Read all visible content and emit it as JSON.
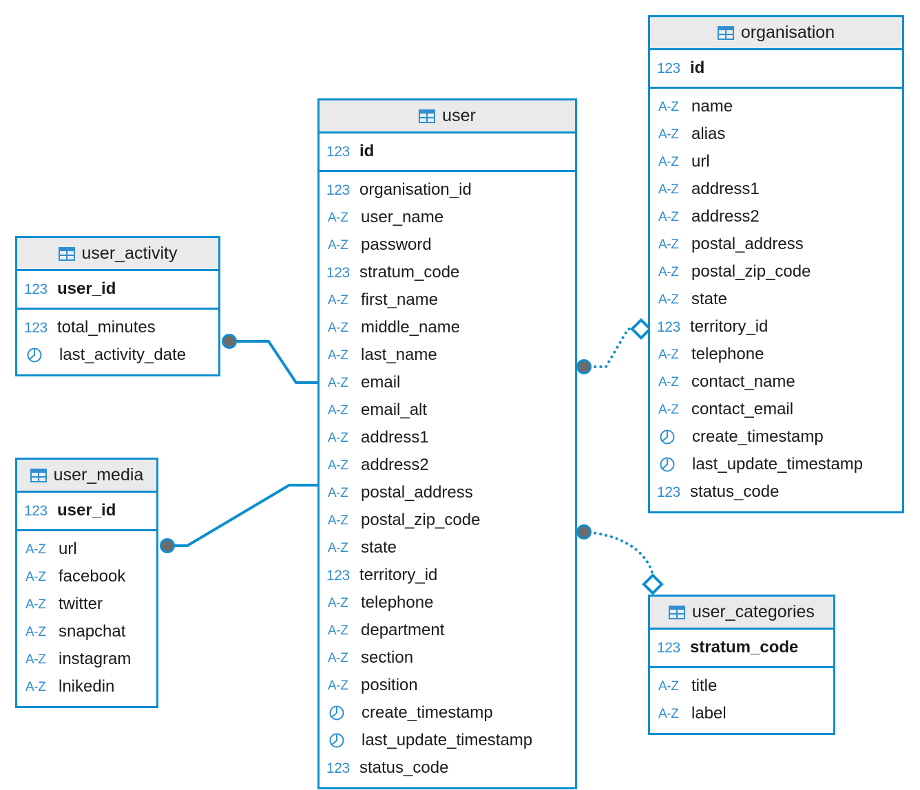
{
  "diagram": {
    "kind": "entity-relationship-diagram",
    "accent_color": "#0d8ecf",
    "header_fill": "#eaeaea",
    "text_color": "#1b1b1b",
    "endpoint_fill": "#6b6b6b",
    "type_icon_color": "#2f8fd0"
  },
  "icons": {
    "table": "table-icon",
    "number": "123",
    "text": "A-Z",
    "timestamp": "clock-icon"
  },
  "entities": {
    "user_activity": {
      "name": "user_activity",
      "primary_keys": [
        {
          "type": "123",
          "name": "user_id"
        }
      ],
      "columns": [
        {
          "type": "123",
          "name": "total_minutes"
        },
        {
          "type": "clock",
          "name": "last_activity_date"
        }
      ]
    },
    "user_media": {
      "name": "user_media",
      "primary_keys": [
        {
          "type": "123",
          "name": "user_id"
        }
      ],
      "columns": [
        {
          "type": "A-Z",
          "name": "url"
        },
        {
          "type": "A-Z",
          "name": "facebook"
        },
        {
          "type": "A-Z",
          "name": "twitter"
        },
        {
          "type": "A-Z",
          "name": "snapchat"
        },
        {
          "type": "A-Z",
          "name": "instagram"
        },
        {
          "type": "A-Z",
          "name": "lnikedin"
        }
      ]
    },
    "user": {
      "name": "user",
      "primary_keys": [
        {
          "type": "123",
          "name": "id"
        }
      ],
      "columns": [
        {
          "type": "123",
          "name": "organisation_id"
        },
        {
          "type": "A-Z",
          "name": "user_name"
        },
        {
          "type": "A-Z",
          "name": "password"
        },
        {
          "type": "123",
          "name": "stratum_code"
        },
        {
          "type": "A-Z",
          "name": "first_name"
        },
        {
          "type": "A-Z",
          "name": "middle_name"
        },
        {
          "type": "A-Z",
          "name": "last_name"
        },
        {
          "type": "A-Z",
          "name": "email"
        },
        {
          "type": "A-Z",
          "name": "email_alt"
        },
        {
          "type": "A-Z",
          "name": "address1"
        },
        {
          "type": "A-Z",
          "name": "address2"
        },
        {
          "type": "A-Z",
          "name": "postal_address"
        },
        {
          "type": "A-Z",
          "name": "postal_zip_code"
        },
        {
          "type": "A-Z",
          "name": "state"
        },
        {
          "type": "123",
          "name": "territory_id"
        },
        {
          "type": "A-Z",
          "name": "telephone"
        },
        {
          "type": "A-Z",
          "name": "department"
        },
        {
          "type": "A-Z",
          "name": "section"
        },
        {
          "type": "A-Z",
          "name": "position"
        },
        {
          "type": "clock",
          "name": "create_timestamp"
        },
        {
          "type": "clock",
          "name": "last_update_timestamp"
        },
        {
          "type": "123",
          "name": "status_code"
        }
      ]
    },
    "organisation": {
      "name": "organisation",
      "primary_keys": [
        {
          "type": "123",
          "name": "id"
        }
      ],
      "columns": [
        {
          "type": "A-Z",
          "name": "name"
        },
        {
          "type": "A-Z",
          "name": "alias"
        },
        {
          "type": "A-Z",
          "name": "url"
        },
        {
          "type": "A-Z",
          "name": "address1"
        },
        {
          "type": "A-Z",
          "name": "address2"
        },
        {
          "type": "A-Z",
          "name": "postal_address"
        },
        {
          "type": "A-Z",
          "name": "postal_zip_code"
        },
        {
          "type": "A-Z",
          "name": "state"
        },
        {
          "type": "123",
          "name": "territory_id"
        },
        {
          "type": "A-Z",
          "name": "telephone"
        },
        {
          "type": "A-Z",
          "name": "contact_name"
        },
        {
          "type": "A-Z",
          "name": "contact_email"
        },
        {
          "type": "clock",
          "name": "create_timestamp"
        },
        {
          "type": "clock",
          "name": "last_update_timestamp"
        },
        {
          "type": "123",
          "name": "status_code"
        }
      ]
    },
    "user_categories": {
      "name": "user_categories",
      "primary_keys": [
        {
          "type": "123",
          "name": "stratum_code"
        }
      ],
      "columns": [
        {
          "type": "A-Z",
          "name": "title"
        },
        {
          "type": "A-Z",
          "name": "label"
        }
      ]
    }
  },
  "relationships": [
    {
      "id": "rel-user-activity-user",
      "from": "user_activity",
      "to": "user",
      "style": "solid",
      "from_marker": "circle",
      "to_marker": "none"
    },
    {
      "id": "rel-user-media-user",
      "from": "user_media",
      "to": "user",
      "style": "solid",
      "from_marker": "circle",
      "to_marker": "none"
    },
    {
      "id": "rel-user-organisation",
      "from": "user",
      "to": "organisation",
      "style": "dotted",
      "from_marker": "circle",
      "to_marker": "diamond"
    },
    {
      "id": "rel-user-user-categories",
      "from": "user",
      "to": "user_categories",
      "style": "dotted",
      "from_marker": "circle",
      "to_marker": "diamond"
    }
  ]
}
